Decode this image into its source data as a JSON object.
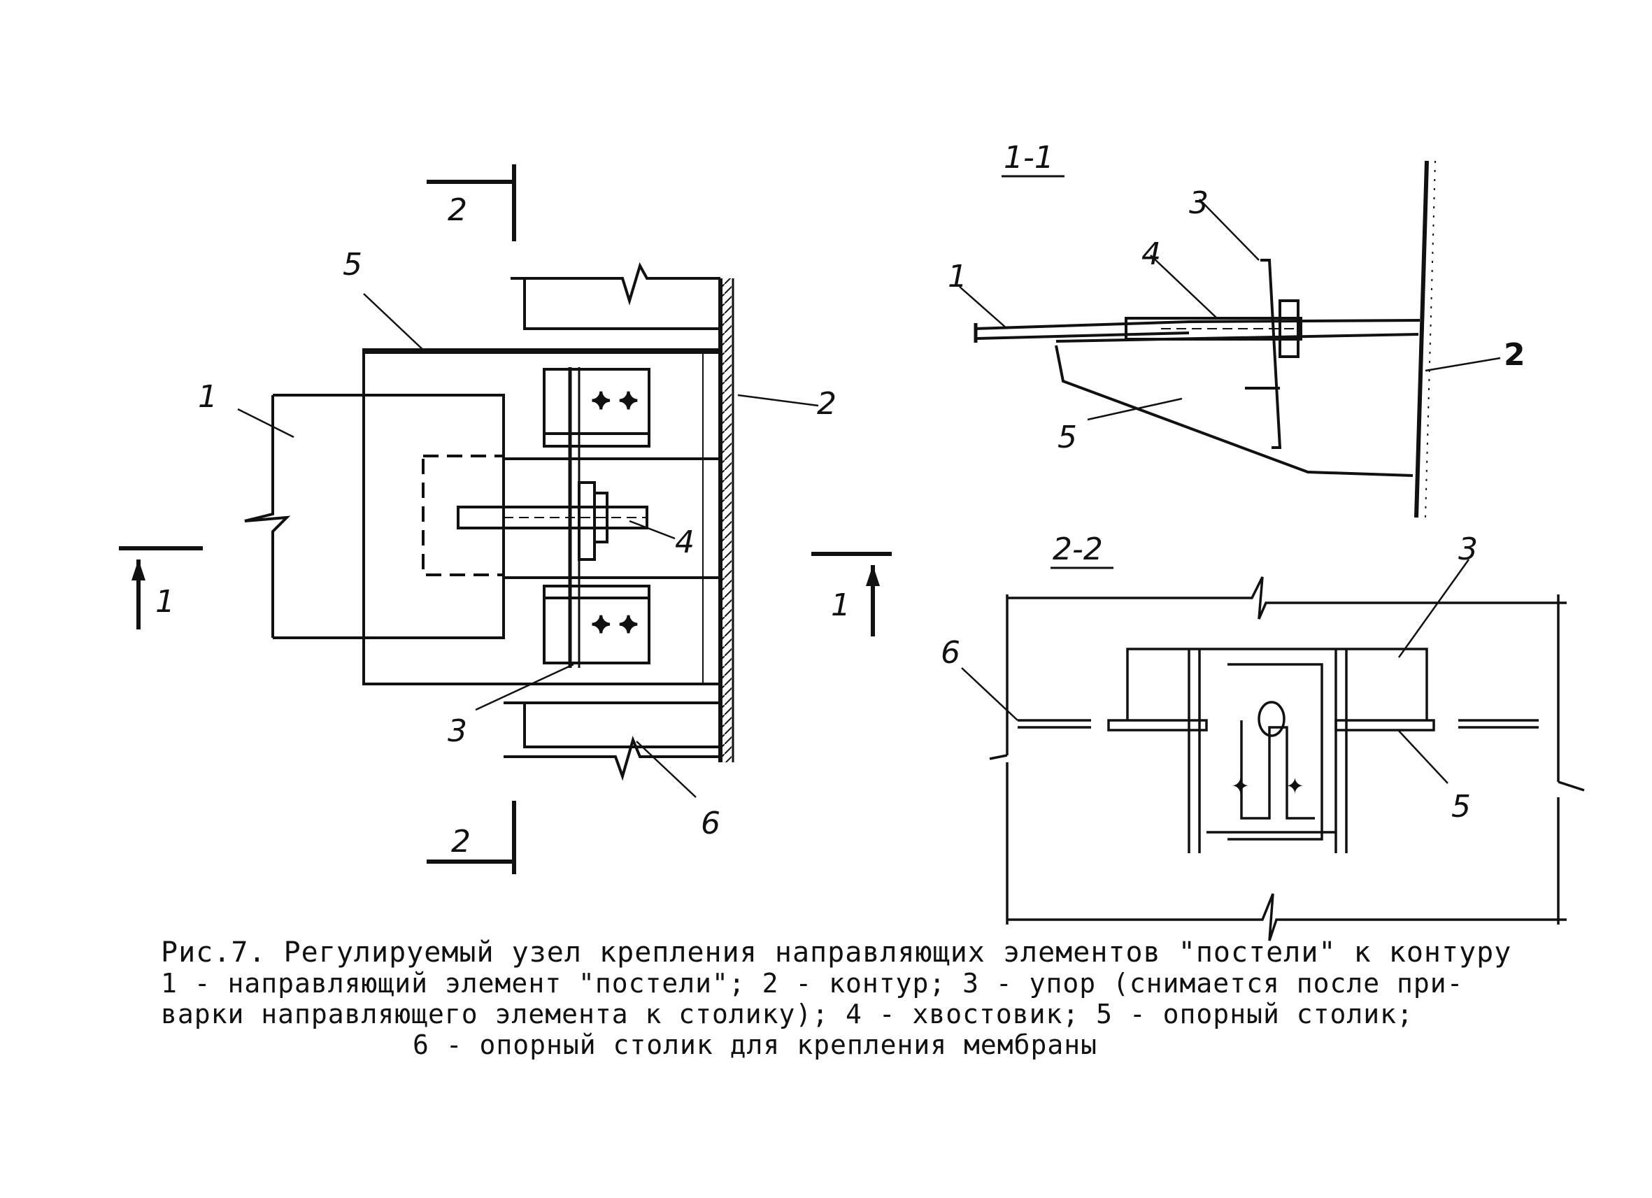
{
  "left_view": {
    "label_1": "1",
    "label_2": "2",
    "label_3": "3",
    "label_4": "4",
    "label_5": "5",
    "label_6": "6",
    "section_marks": {
      "top_2": "2",
      "bottom_2": "2",
      "left_1": "1",
      "right_1": "1"
    }
  },
  "section_1_1": {
    "title": "1-1",
    "label_1": "1",
    "label_2": "2",
    "label_3": "3",
    "label_4": "4",
    "label_5": "5"
  },
  "section_2_2": {
    "title": "2-2",
    "label_3": "3",
    "label_5": "5",
    "label_6": "6"
  },
  "caption": {
    "title": "Рис.7. Регулируемый узел крепления направляющих элементов \"постели\" к контуру",
    "line1": "1 - направляющий элемент \"постели\"; 2 - контур; 3 - упор (снимается после при-",
    "line2": "варки направляющего элемента к столику); 4 - хвостовик; 5 - опорный  столик;",
    "line3": "6 - опорный столик для крепления мембраны"
  }
}
